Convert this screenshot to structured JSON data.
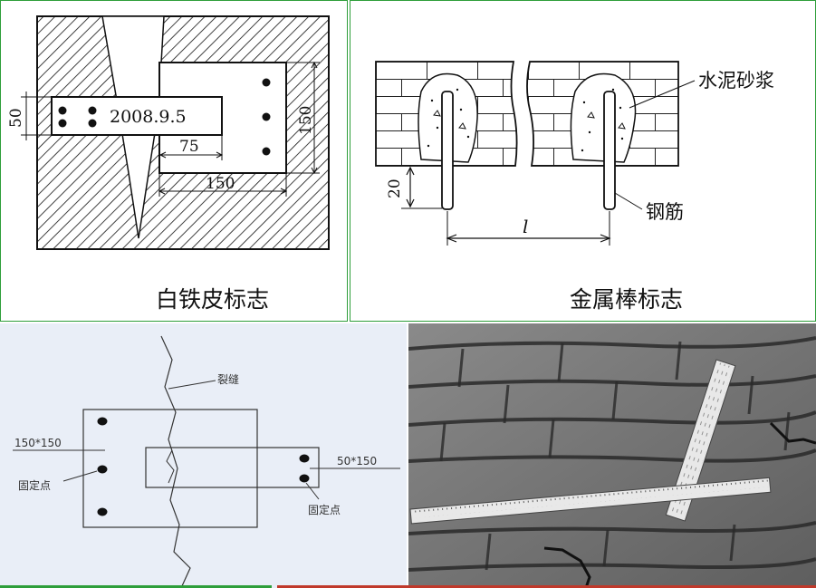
{
  "tin_mark": {
    "caption": "白铁皮标志",
    "date_text": "2008.9.5",
    "dim_50": "50",
    "dim_75": "75",
    "dim_150_h": "150",
    "dim_150_v": "150"
  },
  "rod_mark": {
    "caption": "金属棒标志",
    "mortar_label": "水泥砂浆",
    "rebar_label": "钢筋",
    "dim_20": "20",
    "spacing_label": "l"
  },
  "crack_plan": {
    "crack_label": "裂缝",
    "plate_large_label": "150*150",
    "plate_small_label": "50*150",
    "fixed_point_left": "固定点",
    "fixed_point_right": "固定点"
  },
  "colors": {
    "panel_border": "#2e9e3a",
    "bottom_strip_green": "#2e9e3a",
    "bottom_strip_red": "#c0392b"
  }
}
